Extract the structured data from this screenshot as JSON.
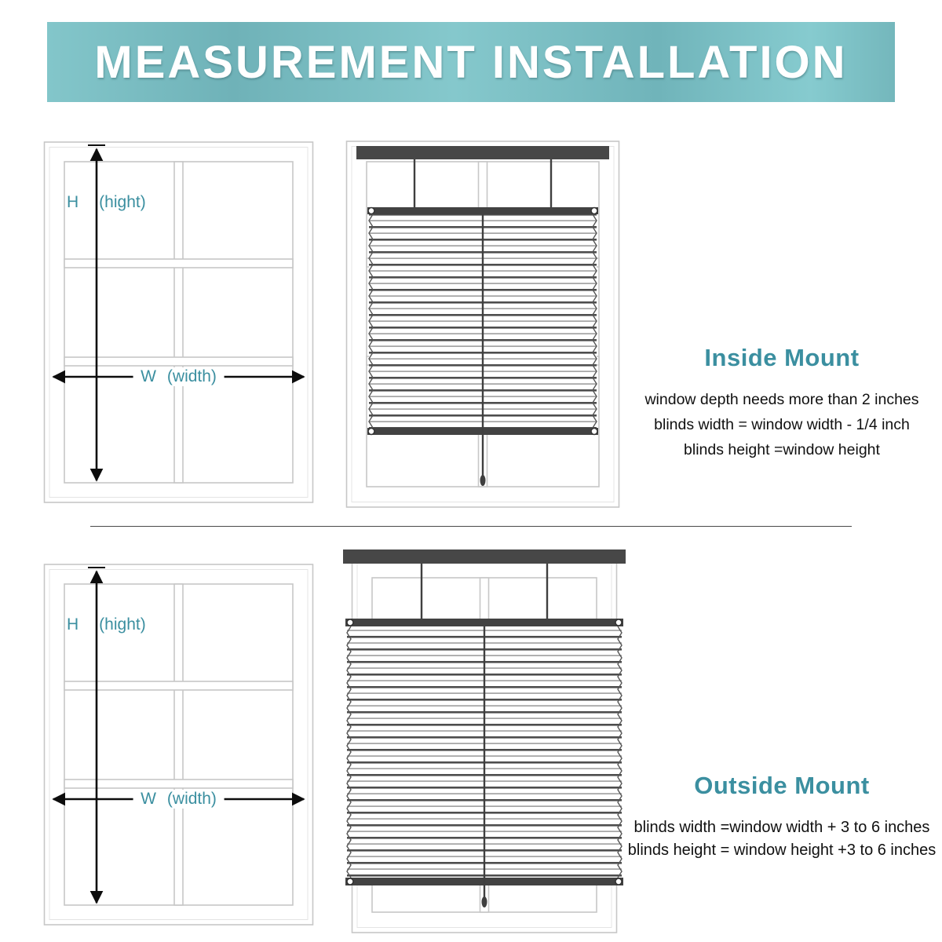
{
  "header": {
    "title": "MEASUREMENT INSTALLATION"
  },
  "labels": {
    "h": "H",
    "h_paren": "(hight)",
    "w": "W",
    "w_paren": "(width)"
  },
  "inside_mount": {
    "title": "Inside Mount",
    "lines": [
      "window depth needs more than 2 inches",
      "blinds width = window width - 1/4 inch",
      "blinds height =window height"
    ]
  },
  "outside_mount": {
    "title": "Outside Mount",
    "lines": [
      "blinds width =window width + 3 to 6 inches",
      "blinds height = window height +3 to 6 inches"
    ]
  },
  "colors": {
    "accent": "#3b8fa0",
    "banner_teal": "#79bcc1",
    "arrow_black": "#0d0d0d",
    "blind_dark": "#474747",
    "frame_gray": "#c7c7c7"
  }
}
